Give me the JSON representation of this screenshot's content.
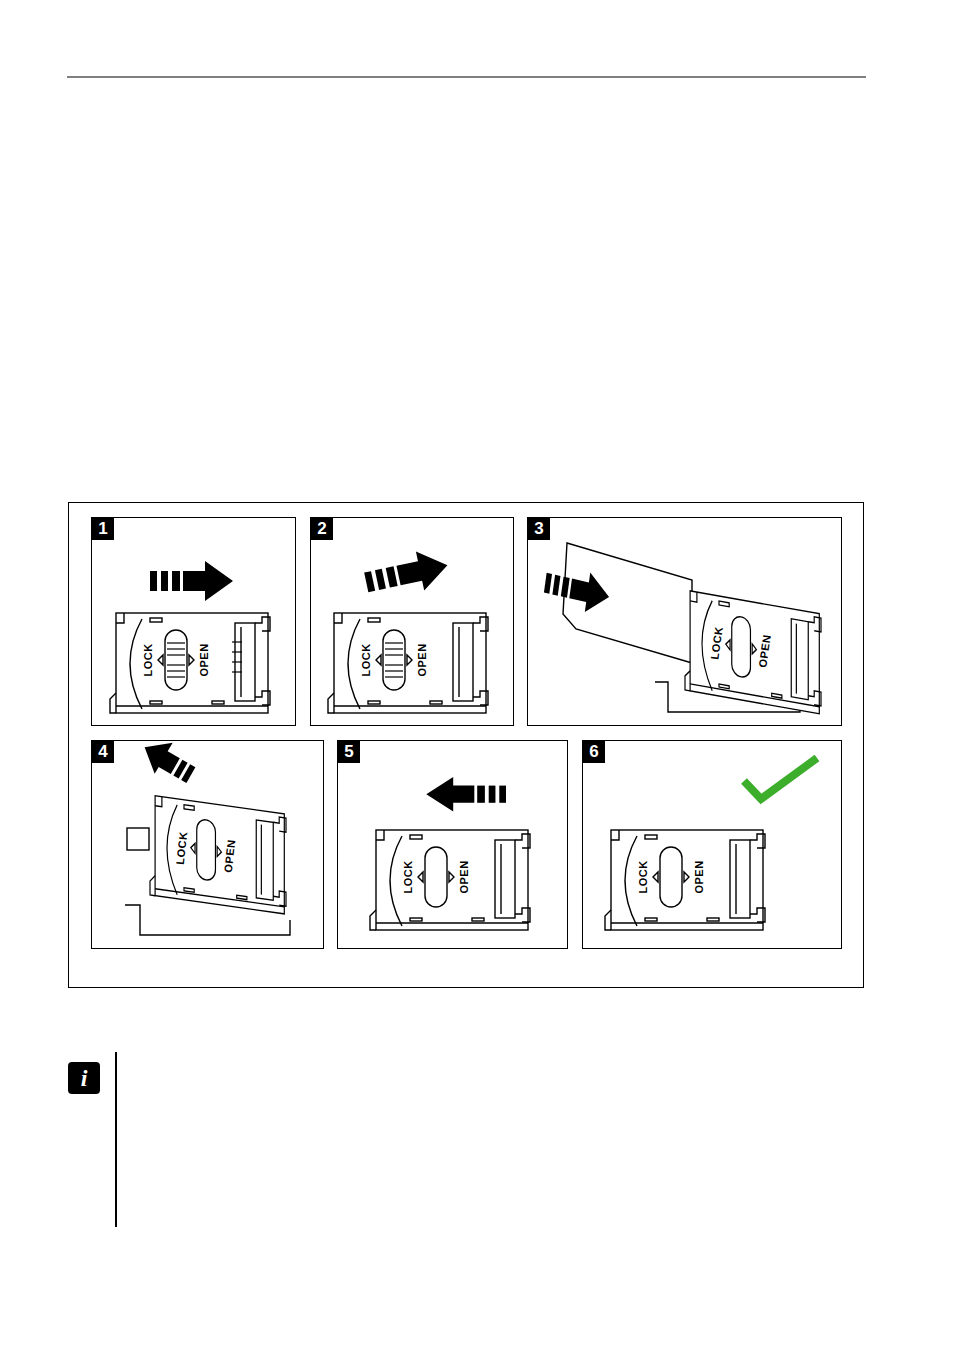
{
  "diagram": {
    "nodes": [
      {
        "text": [
          "1"
        ]
      },
      {
        "text": [
          "2"
        ]
      },
      {
        "text": [
          "3"
        ]
      },
      {
        "text": [
          "4"
        ]
      },
      {
        "text": [
          "5"
        ]
      },
      {
        "text": [
          "6"
        ]
      }
    ],
    "labels": [
      "LOCK",
      "OPEN",
      "LOCK",
      "OPEN",
      "LOCK",
      "OPEN",
      "LOCK",
      "OPEN",
      "LOCK",
      "OPEN",
      "LOCK",
      "OPEN",
      "i"
    ]
  }
}
